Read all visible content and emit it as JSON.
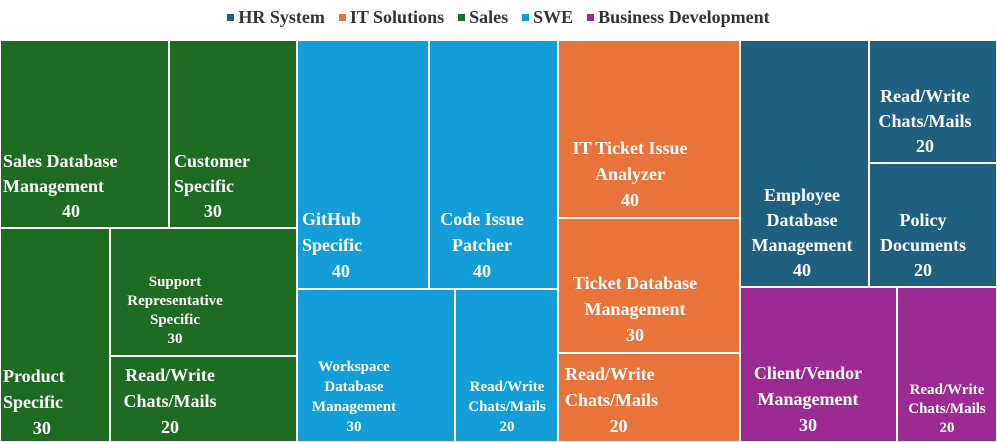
{
  "chart_data": {
    "type": "treemap",
    "legend_position": "top-center",
    "series": [
      {
        "name": "HR System",
        "color": "#1f5f80"
      },
      {
        "name": "IT Solutions",
        "color": "#e8743b"
      },
      {
        "name": "Sales",
        "color": "#1e6b24"
      },
      {
        "name": "SWE",
        "color": "#139ed8"
      },
      {
        "name": "Business Development",
        "color": "#9b2b93"
      }
    ],
    "items": [
      {
        "series": "Sales",
        "label": [
          "Sales Database",
          "Management"
        ],
        "value": 40
      },
      {
        "series": "Sales",
        "label": [
          "Customer",
          "Specific"
        ],
        "value": 30
      },
      {
        "series": "Sales",
        "label": [
          "Support",
          "Representative",
          "Specific"
        ],
        "value": 30
      },
      {
        "series": "Sales",
        "label": [
          "Product",
          "Specific"
        ],
        "value": 30
      },
      {
        "series": "Sales",
        "label": [
          "Read/Write",
          "Chats/Mails"
        ],
        "value": 20
      },
      {
        "series": "SWE",
        "label": [
          "GitHub",
          "Specific"
        ],
        "value": 40
      },
      {
        "series": "SWE",
        "label": [
          "Code Issue",
          "Patcher"
        ],
        "value": 40
      },
      {
        "series": "SWE",
        "label": [
          "Workspace",
          "Database",
          "Management"
        ],
        "value": 30
      },
      {
        "series": "SWE",
        "label": [
          "Read/Write",
          "Chats/Mails"
        ],
        "value": 20
      },
      {
        "series": "IT Solutions",
        "label": [
          "IT Ticket Issue",
          "Analyzer"
        ],
        "value": 40
      },
      {
        "series": "IT Solutions",
        "label": [
          "Ticket Database",
          "Management"
        ],
        "value": 30
      },
      {
        "series": "IT Solutions",
        "label": [
          "Read/Write",
          "Chats/Mails"
        ],
        "value": 20
      },
      {
        "series": "HR System",
        "label": [
          "Employee",
          "Database",
          "Management"
        ],
        "value": 40
      },
      {
        "series": "HR System",
        "label": [
          "Read/Write",
          "Chats/Mails"
        ],
        "value": 20
      },
      {
        "series": "HR System",
        "label": [
          "Policy",
          "Documents"
        ],
        "value": 20
      },
      {
        "series": "Business Development",
        "label": [
          "Client/Vendor",
          "Management"
        ],
        "value": 30
      },
      {
        "series": "Business Development",
        "label": [
          "Read/Write",
          "Chats/Mails"
        ],
        "value": 20
      }
    ]
  }
}
